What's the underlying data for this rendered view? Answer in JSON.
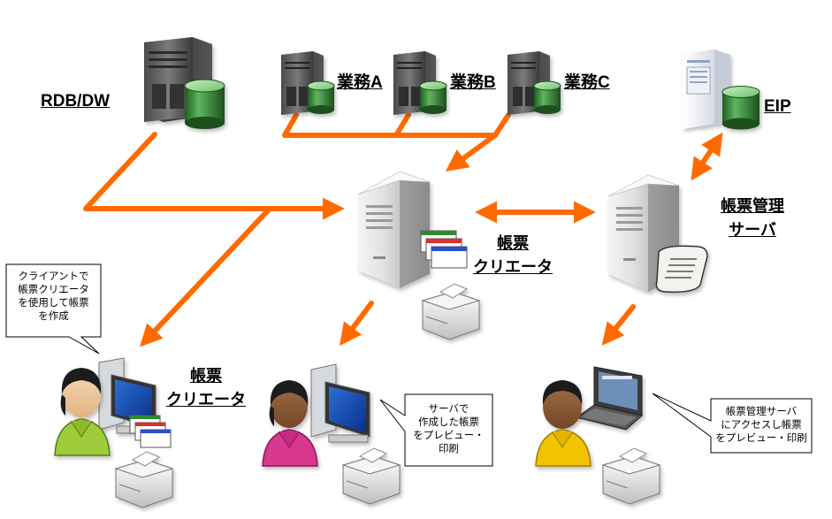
{
  "labels": {
    "rdb": "RDB/DW",
    "gyomu_a": "業務A",
    "gyomu_b": "業務B",
    "gyomu_c": "業務C",
    "eip": "EIP",
    "creator_server_line1": "帳票",
    "creator_server_line2": "クリエータ",
    "mgmt_server_line1": "帳票管理",
    "mgmt_server_line2": "サーバ",
    "client_creator_line1": "帳票",
    "client_creator_line2": "クリエータ"
  },
  "callouts": {
    "client": [
      "クライアントで",
      "帳票クリエータ",
      "を使用して帳票",
      "を作成"
    ],
    "preview": [
      "サーバで",
      "作成した帳票",
      "をプレビュー・",
      "印刷"
    ],
    "mgmt": [
      "帳票管理サーバ",
      "にアクセスし帳票",
      "をプレビュー・印刷"
    ]
  },
  "icons": {
    "rdb": "server-tower-icon",
    "database": "database-cylinder-icon",
    "eip": "white-server-icon",
    "creator": "server-tower-icon",
    "windows": "application-windows-icon",
    "printer": "printer-icon",
    "scroll": "document-scroll-icon",
    "desktop": "desktop-computer-icon",
    "laptop": "laptop-icon",
    "user": "person-icon"
  },
  "colors": {
    "arrow": "#ff6a00",
    "db_green": "#2f8a2f",
    "person_green": "#9fcc3a",
    "person_pink": "#d9388f",
    "person_yellow": "#f2c300"
  }
}
